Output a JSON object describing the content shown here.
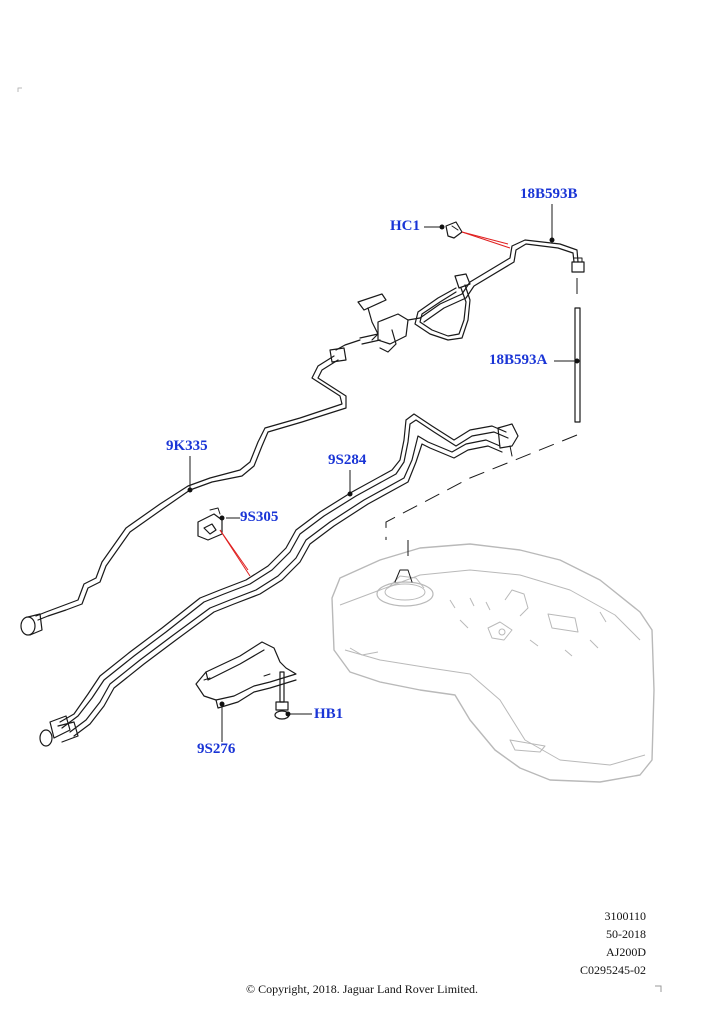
{
  "callouts": {
    "hc1": "HC1",
    "b18593b": "18B593B",
    "b18593a": "18B593A",
    "k9335": "9K335",
    "s9284": "9S284",
    "s9305": "9S305",
    "s9276": "9S276",
    "hb1": "HB1"
  },
  "meta": {
    "line1": "3100110",
    "line2": "50-2018",
    "line3": "AJ200D",
    "line4": "C0295245-02"
  },
  "copyright": "© Copyright, 2018. Jaguar Land Rover Limited.",
  "colors": {
    "callout": "#1a35d6",
    "pointer": "#e02020",
    "line_art": "#1a1a1a",
    "tank_outline": "#b9b9b9"
  }
}
